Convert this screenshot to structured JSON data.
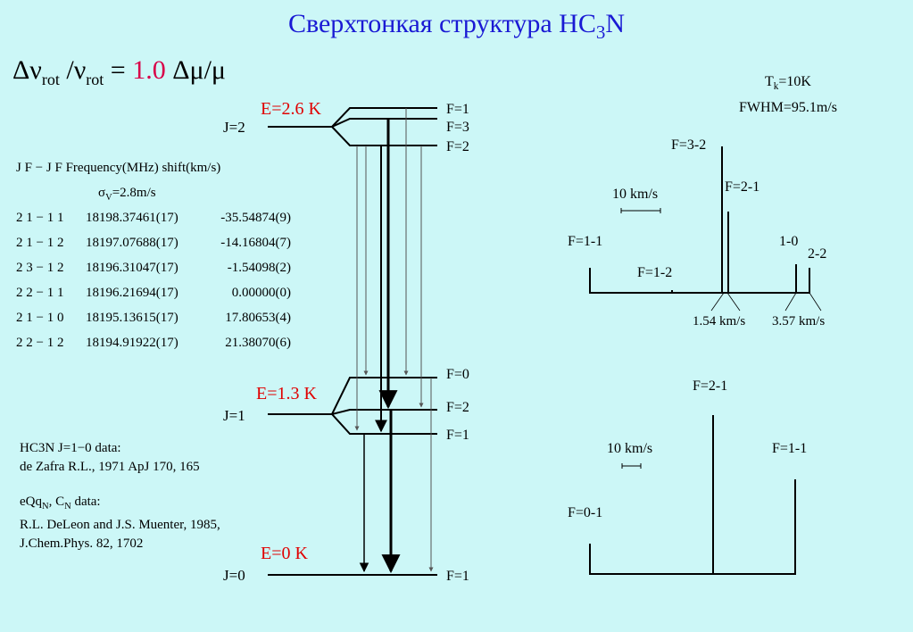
{
  "title": {
    "main": "Сверхтонкая структура HC",
    "sub": "3",
    "tail": "N"
  },
  "formula": {
    "delta_nu": "Δν",
    "rot_sub1": "rot",
    "slash_nu": " /ν",
    "rot_sub2": "rot",
    "eq": " = ",
    "coef": "1.0",
    "tail": " Δμ/μ"
  },
  "params": {
    "tk_main": "T",
    "tk_sub": "k",
    "tk_val": "=10K",
    "fwhm": "FWHM=95.1m/s"
  },
  "colors": {
    "background": "#ccf7f7",
    "title": "#1a1ad4",
    "energy": "#e00000",
    "highlight": "#d80048"
  },
  "table": {
    "header": "J F − J F   Frequency(MHz)  shift(km/s)",
    "sigma_pre": "σ",
    "sigma_sub": "V",
    "sigma_val": "=2.8m/s",
    "rows": [
      {
        "trans": "2 1 − 1 1",
        "freq": "18198.37461(17)",
        "shift": "-35.54874(9)"
      },
      {
        "trans": "2 1 − 1 2",
        "freq": "18197.07688(17)",
        "shift": "-14.16804(7)"
      },
      {
        "trans": "2 3 − 1 2",
        "freq": "18196.31047(17)",
        "shift": "-1.54098(2)"
      },
      {
        "trans": "2 2 − 1 1",
        "freq": "18196.21694(17)",
        "shift": "0.00000(0)"
      },
      {
        "trans": "2 1 − 1 0",
        "freq": "18195.13615(17)",
        "shift": "17.80653(4)"
      },
      {
        "trans": "2 2 − 1 2",
        "freq": "18194.91922(17)",
        "shift": "21.38070(6)"
      }
    ]
  },
  "levels": {
    "e2": "E=2.6 K",
    "e1": "E=1.3 K",
    "e0": "E=0 K",
    "j2": "J=2",
    "j1": "J=1",
    "j0": "J=0",
    "j2_f": [
      "F=1",
      "F=3",
      "F=2"
    ],
    "j1_f": [
      "F=0",
      "F=2",
      "F=1"
    ],
    "j0_f": [
      "F=1"
    ]
  },
  "refs": {
    "line1": "HC3N J=1−0 data:",
    "line2": "de Zafra R.L., 1971 ApJ 170, 165",
    "line3_pre": "eQq",
    "line3_sub1": "N",
    "line3_mid": ", C",
    "line3_sub2": "N",
    "line3_tail": " data:",
    "line4": "R.L. DeLeon and J.S. Muenter, 1985,",
    "line5": "J.Chem.Phys. 82, 1702"
  },
  "spectrum_21": {
    "scale": "10 km/s",
    "labels": {
      "f32": "F=3-2",
      "f21": "F=2-1",
      "f11": "F=1-1",
      "f12": "F=1-2",
      "l10": "1-0",
      "l22": "2-2"
    },
    "sep1": "1.54 km/s",
    "sep2": "3.57 km/s"
  },
  "spectrum_10": {
    "scale": "10 km/s",
    "labels": {
      "f21": "F=2-1",
      "f11": "F=1-1",
      "f01": "F=0-1"
    }
  }
}
